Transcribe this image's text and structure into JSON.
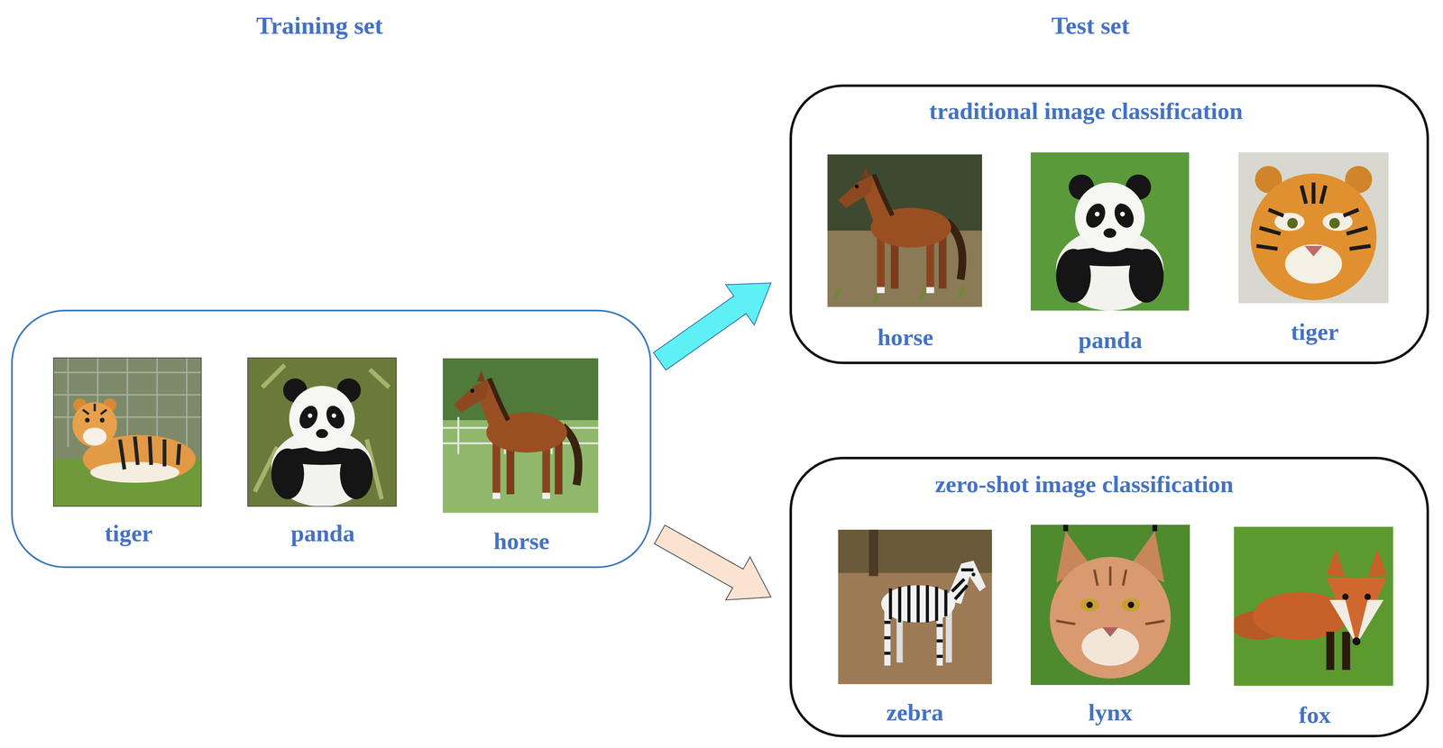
{
  "diagram": {
    "nodes": [
      {
        "text": [
          "tiger",
          "panda",
          "horse"
        ]
      },
      {
        "text": [
          "traditional image classification",
          "horse",
          "panda",
          "tiger"
        ]
      },
      {
        "text": [
          "zero-shot image classification",
          "zebra",
          "lynx",
          "fox"
        ]
      }
    ],
    "edges": [
      {
        "from": 0,
        "to": 1,
        "arrow": "to"
      },
      {
        "from": 0,
        "to": 2,
        "arrow": "to"
      }
    ],
    "labels": [
      "Training set",
      "Test set"
    ]
  }
}
